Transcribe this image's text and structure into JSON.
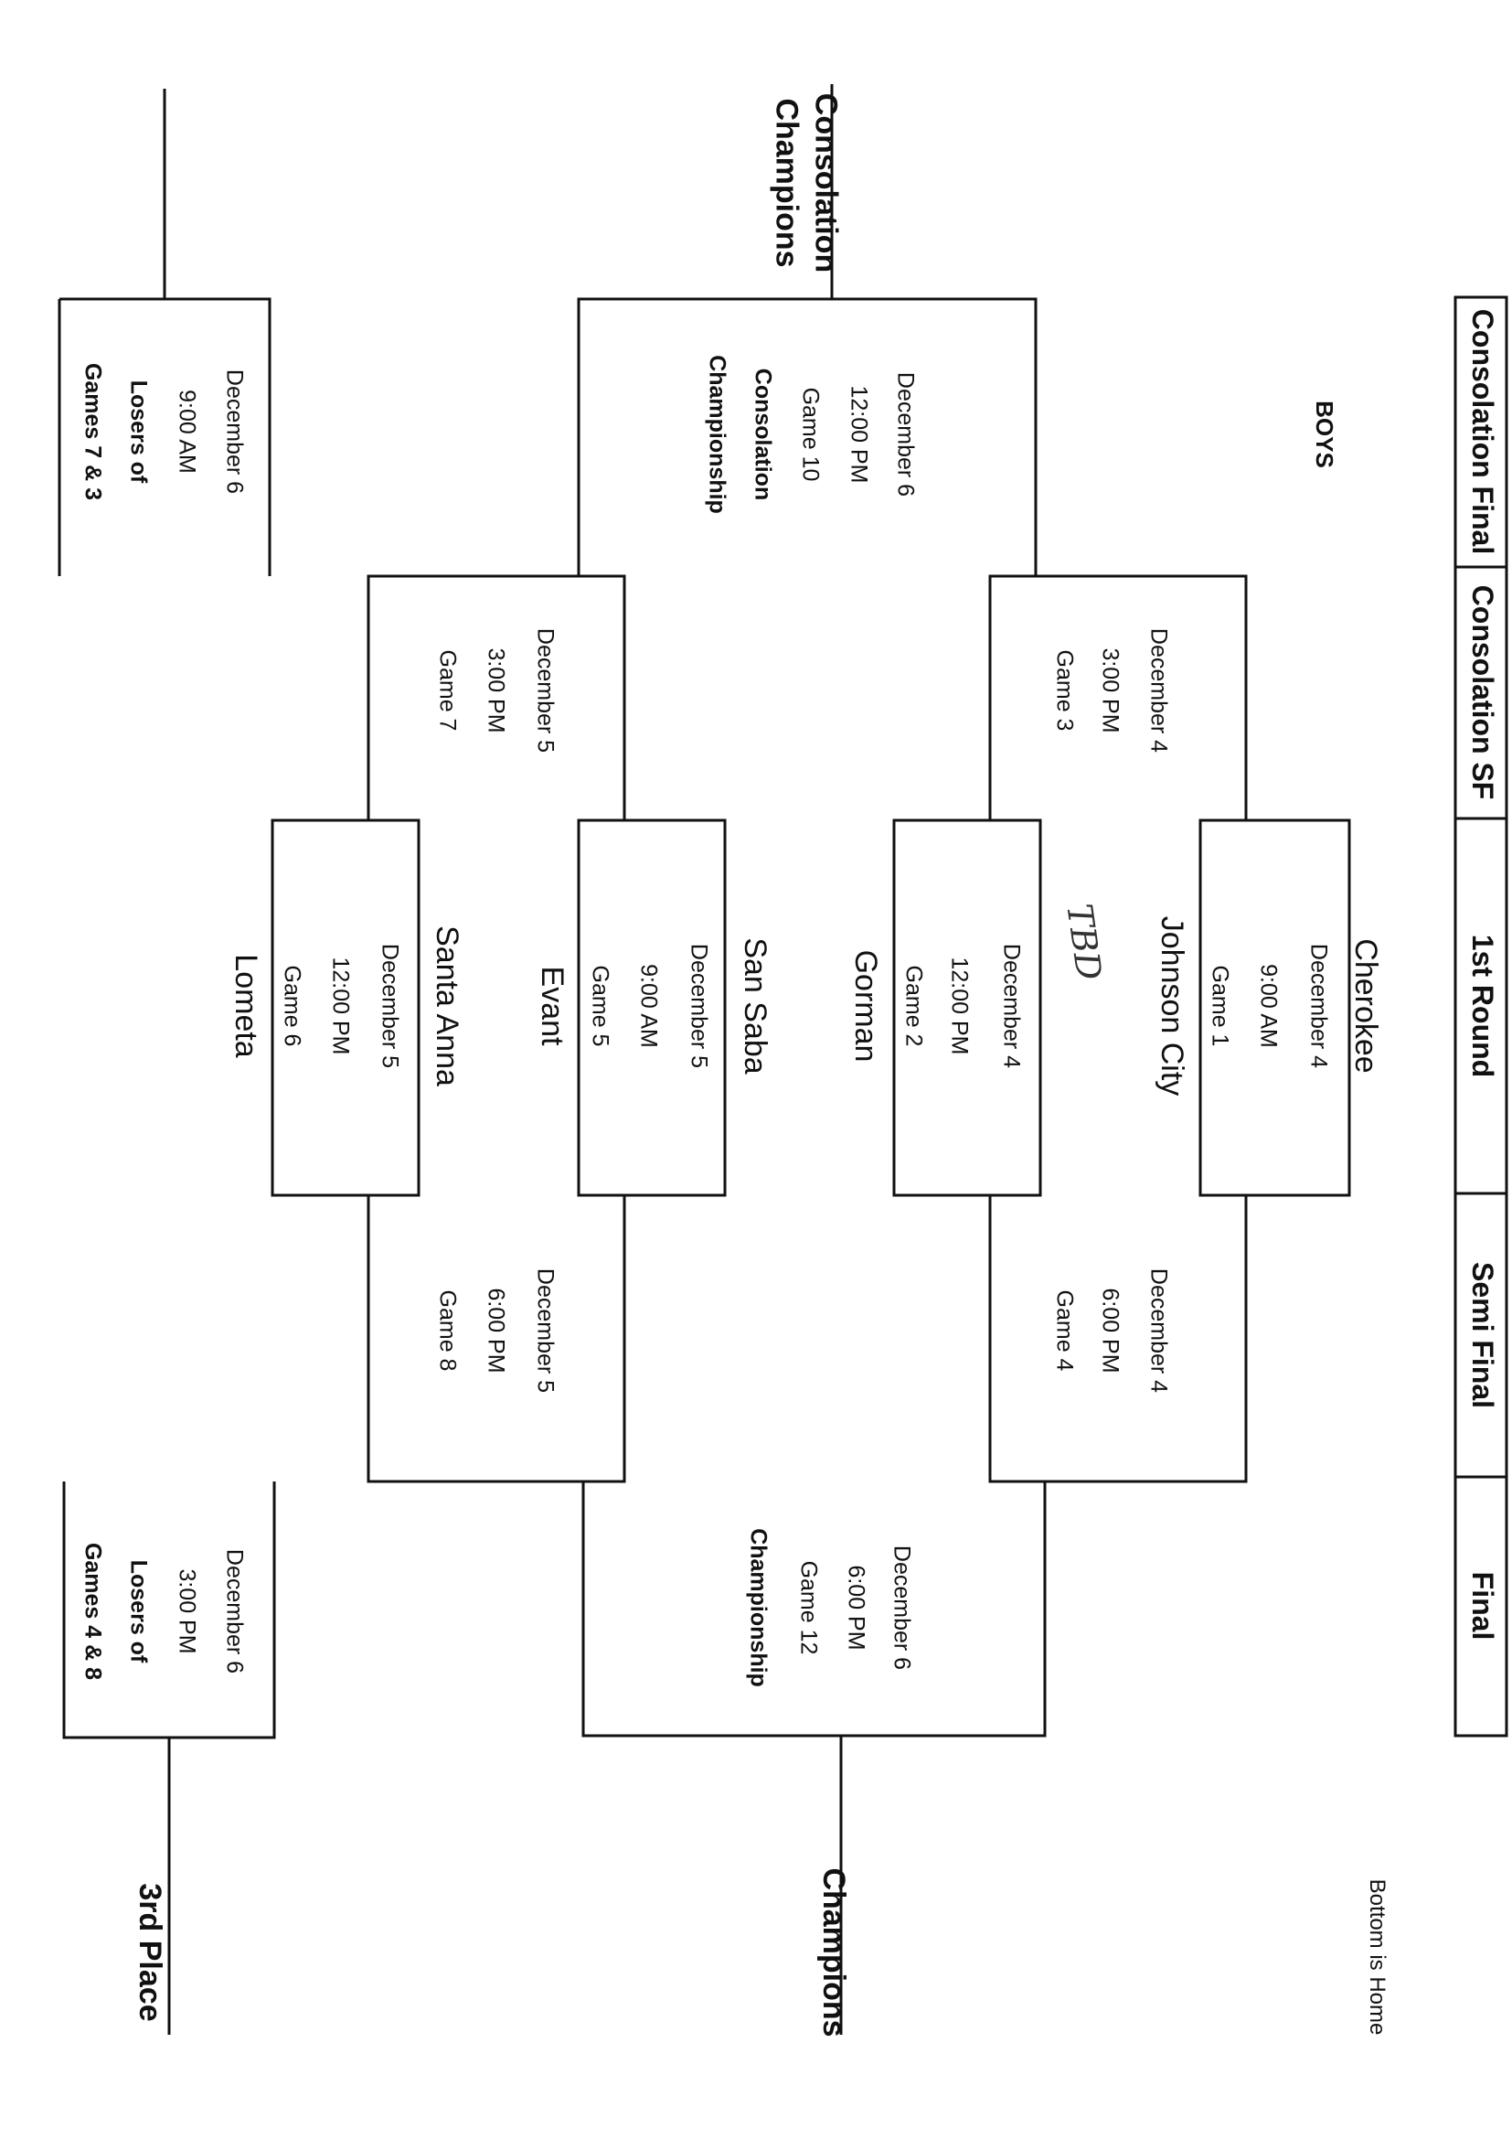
{
  "header": {
    "consolation_final": "Consolation Final",
    "consolation_sf": "Consolation SF",
    "first_round": "1st Round",
    "semi_final": "Semi Final",
    "final": "Final"
  },
  "bottom_note": "Bottom is Home",
  "bracket_title": "BOYS",
  "handwritten_note": "TBD",
  "labels": {
    "consolation_champions": "Consolation Champions",
    "champions": "Champions",
    "third_place": "3rd Place"
  },
  "teams": {
    "cherokee": "Cherokee",
    "johnson_city": "Johnson City",
    "gorman": "Gorman",
    "san_saba": "San Saba",
    "evant": "Evant",
    "santa_anna": "Santa Anna",
    "lometa": "Lometa"
  },
  "games": {
    "g1": {
      "date": "December 4",
      "time": "9:00 AM",
      "game": "Game 1"
    },
    "g2": {
      "date": "December 4",
      "time": "12:00 PM",
      "game": "Game 2"
    },
    "g3": {
      "date": "December 4",
      "time": "3:00 PM",
      "game": "Game 3"
    },
    "g4": {
      "date": "December 4",
      "time": "6:00 PM",
      "game": "Game 4"
    },
    "g5": {
      "date": "December 5",
      "time": "9:00 AM",
      "game": "Game 5"
    },
    "g6": {
      "date": "December 5",
      "time": "12:00 PM",
      "game": "Game 6"
    },
    "g7": {
      "date": "December 5",
      "time": "3:00 PM",
      "game": "Game 7"
    },
    "g8": {
      "date": "December 5",
      "time": "6:00 PM",
      "game": "Game 8"
    },
    "g10": {
      "date": "December 6",
      "time": "12:00 PM",
      "game": "Game 10",
      "name1": "Consolation",
      "name2": "Championship"
    },
    "g12": {
      "date": "December 6",
      "time": "6:00 PM",
      "game": "Game 12",
      "name": "Championship"
    },
    "cons_final": {
      "date": "December 6",
      "time": "9:00 AM",
      "from1": "Losers of",
      "from2": "Games 7 & 3"
    },
    "third": {
      "date": "December 6",
      "time": "3:00 PM",
      "from1": "Losers of",
      "from2": "Games 4 & 8"
    }
  }
}
